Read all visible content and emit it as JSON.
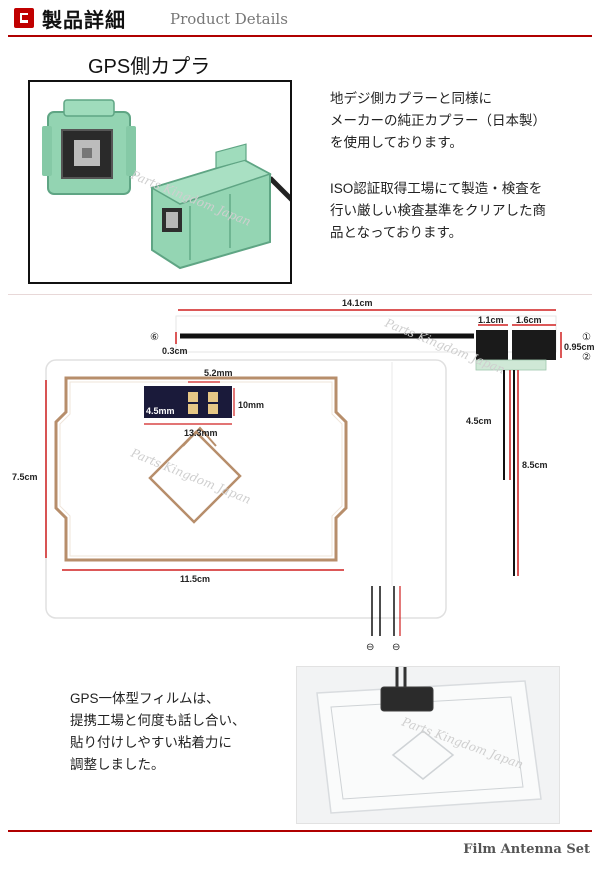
{
  "header": {
    "title": "製品詳細",
    "subtitle": "Product Details"
  },
  "coupler": {
    "title": "GPS側カプラ",
    "desc1": [
      "地デジ側カプラーと同様に",
      "メーカーの純正カプラー（日本製）",
      "を使用しております。"
    ],
    "desc2": [
      "ISO認証取得工場にて製造・検査を",
      "行い厳しい検査基準をクリアした商",
      "品となっております。"
    ]
  },
  "diagram": {
    "dims": {
      "length_total": "14.1cm",
      "seg_a": "1.1cm",
      "seg_b": "1.6cm",
      "tip": "0.3cm",
      "tab_height": "0.95cm",
      "mod_w": "5.2mm",
      "mod_h": "10mm",
      "mod_side": "4.5mm",
      "mod_len": "13.3mm",
      "lead_a": "4.5cm",
      "lead_b": "8.5cm",
      "film_h": "7.5cm",
      "film_w": "11.5cm"
    },
    "markers": {
      "left_circle": "⑥",
      "right_top": "①",
      "right_bottom": "②",
      "bottom_a": "⊖",
      "bottom_b": "⊖"
    },
    "watermark": "Parts Kingdom Japan"
  },
  "film": {
    "desc": [
      "GPS一体型フィルムは、",
      "提携工場と何度も話し合い、",
      "貼り付けしやすい粘着力に",
      "調整しました。"
    ]
  },
  "footer": {
    "label": "Film Antenna Set"
  },
  "colors": {
    "accent": "#b00000",
    "coupler_green": "#8ecfae",
    "dimension_line": "#d02020"
  }
}
